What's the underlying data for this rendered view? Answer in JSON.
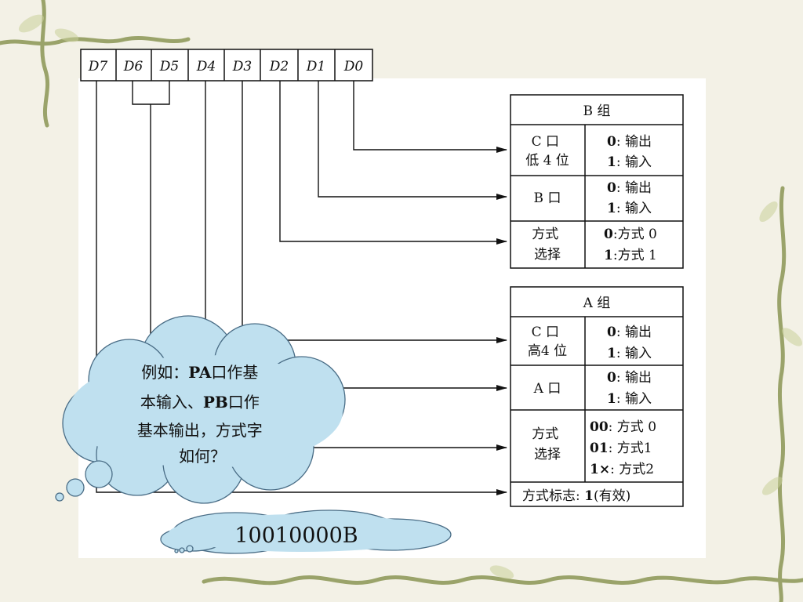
{
  "control_word": {
    "bits": [
      "D7",
      "D6",
      "D5",
      "D4",
      "D3",
      "D2",
      "D1",
      "D0"
    ]
  },
  "group_b": {
    "title": "B 组",
    "rows": [
      {
        "name": [
          "C 口",
          "低 4 位"
        ],
        "options": [
          [
            "0",
            ": 输出"
          ],
          [
            "1",
            ": 输入"
          ]
        ]
      },
      {
        "name": [
          "B 口"
        ],
        "options": [
          [
            "0",
            ": 输出"
          ],
          [
            "1",
            ": 输入"
          ]
        ]
      },
      {
        "name": [
          "方式",
          "选择"
        ],
        "options": [
          [
            "0",
            ":方式 0"
          ],
          [
            "1",
            ":方式 1"
          ]
        ]
      }
    ]
  },
  "group_a": {
    "title": "A 组",
    "rows": [
      {
        "name": [
          "C 口",
          "高4 位"
        ],
        "options": [
          [
            "0",
            ": 输出"
          ],
          [
            "1",
            ": 输入"
          ]
        ]
      },
      {
        "name": [
          "A 口"
        ],
        "options": [
          [
            "0",
            ": 输出"
          ],
          [
            "1",
            ": 输入"
          ]
        ]
      },
      {
        "name": [
          "方式",
          "选择"
        ],
        "options": [
          [
            "00",
            ":  方式 0"
          ],
          [
            "01",
            ":   方式1"
          ],
          [
            "1×",
            ": 方式2"
          ]
        ]
      }
    ]
  },
  "mode_flag": {
    "label": "方式标志: ",
    "value": "1",
    "suffix": "(有效)"
  },
  "question_cloud": {
    "lines": [
      [
        [
          "例如：",
          false
        ],
        [
          "PA",
          true
        ],
        [
          "口作基",
          false
        ]
      ],
      [
        [
          "本输入、",
          false
        ],
        [
          "PB",
          true
        ],
        [
          "口作",
          false
        ]
      ],
      [
        [
          "基本输出，方式字",
          false
        ]
      ],
      [
        [
          "如何？",
          false
        ]
      ]
    ]
  },
  "answer_cloud": {
    "text": "10010000B"
  },
  "colors": {
    "cloud_fill": "#bfe0ef",
    "cloud_text": "#0b1aa8",
    "line": "#111111",
    "vine": "#9aa36a"
  },
  "icons": [
    "vine-decoration-icon",
    "thought-cloud-icon"
  ]
}
